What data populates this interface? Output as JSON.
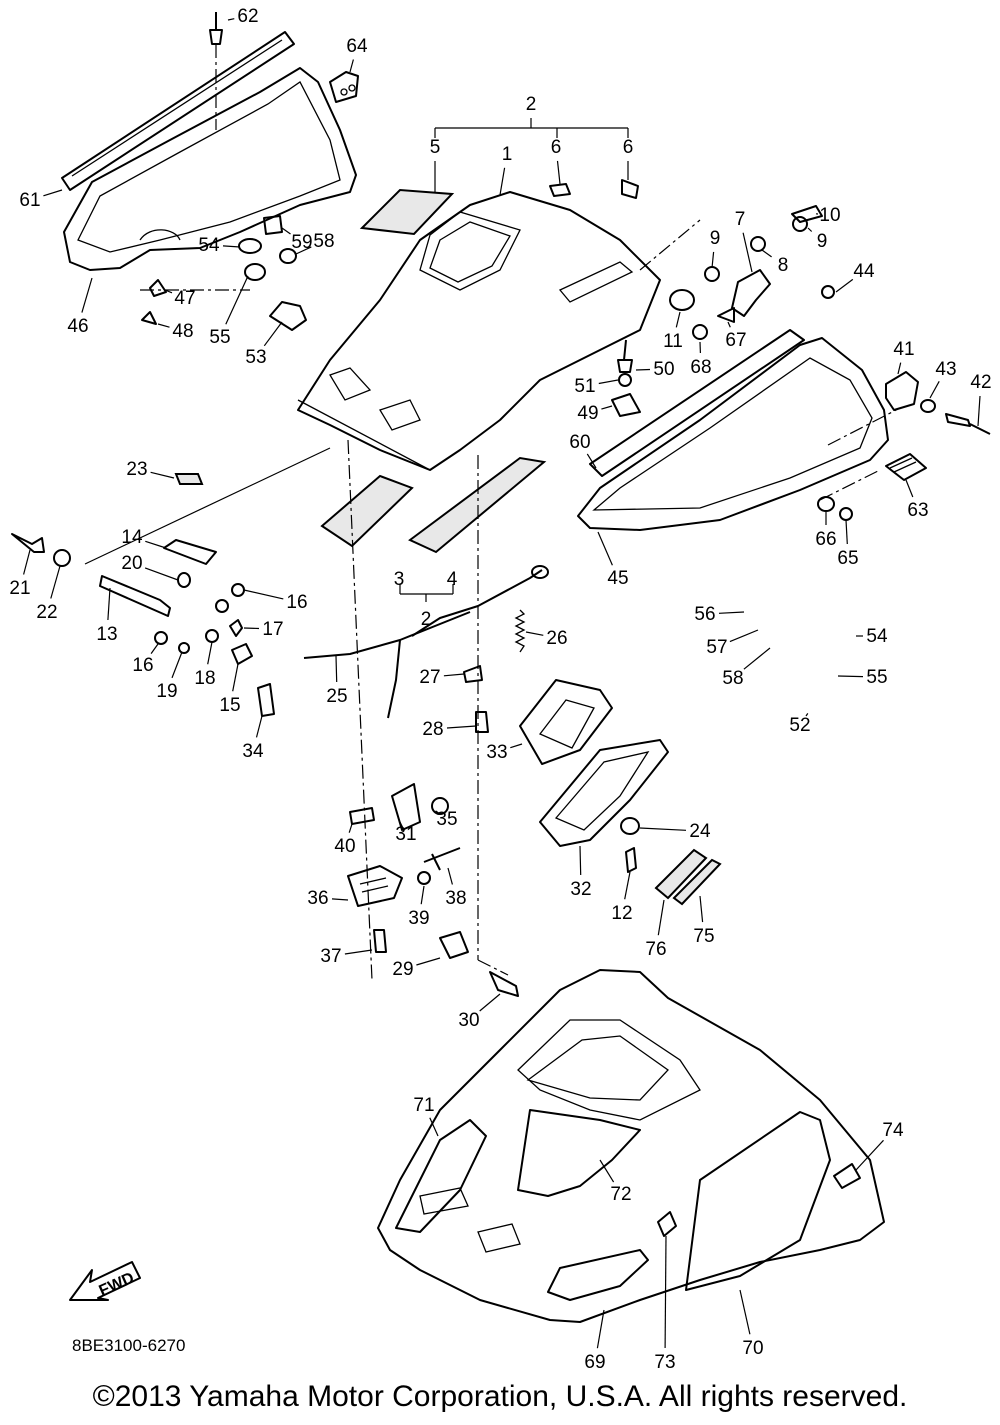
{
  "diagram": {
    "code": "8BE3100-6270",
    "copyright": "©2013 Yamaha Motor Corporation, U.S.A. All rights reserved.",
    "fwd_label": "FWD",
    "callouts": [
      {
        "id": "c62",
        "num": "62"
      },
      {
        "id": "c64",
        "num": "64"
      },
      {
        "id": "c61",
        "num": "61"
      },
      {
        "id": "c59",
        "num": "59"
      },
      {
        "id": "c54a",
        "num": "54"
      },
      {
        "id": "c58a",
        "num": "58"
      },
      {
        "id": "c47",
        "num": "47"
      },
      {
        "id": "c48",
        "num": "48"
      },
      {
        "id": "c55a",
        "num": "55"
      },
      {
        "id": "c53",
        "num": "53"
      },
      {
        "id": "c46",
        "num": "46"
      },
      {
        "id": "c2a",
        "num": "2"
      },
      {
        "id": "c5",
        "num": "5"
      },
      {
        "id": "c1",
        "num": "1"
      },
      {
        "id": "c6a",
        "num": "6"
      },
      {
        "id": "c6b",
        "num": "6"
      },
      {
        "id": "c7",
        "num": "7"
      },
      {
        "id": "c10",
        "num": "10"
      },
      {
        "id": "c9a",
        "num": "9"
      },
      {
        "id": "c9b",
        "num": "9"
      },
      {
        "id": "c8",
        "num": "8"
      },
      {
        "id": "c44",
        "num": "44"
      },
      {
        "id": "c11",
        "num": "11"
      },
      {
        "id": "c67",
        "num": "67"
      },
      {
        "id": "c68",
        "num": "68"
      },
      {
        "id": "c50",
        "num": "50"
      },
      {
        "id": "c51",
        "num": "51"
      },
      {
        "id": "c41",
        "num": "41"
      },
      {
        "id": "c43",
        "num": "43"
      },
      {
        "id": "c42",
        "num": "42"
      },
      {
        "id": "c49",
        "num": "49"
      },
      {
        "id": "c60",
        "num": "60"
      },
      {
        "id": "c23",
        "num": "23"
      },
      {
        "id": "c63",
        "num": "63"
      },
      {
        "id": "c14",
        "num": "14"
      },
      {
        "id": "c66",
        "num": "66"
      },
      {
        "id": "c65",
        "num": "65"
      },
      {
        "id": "c45",
        "num": "45"
      },
      {
        "id": "c3",
        "num": "3"
      },
      {
        "id": "c4",
        "num": "4"
      },
      {
        "id": "c21",
        "num": "21"
      },
      {
        "id": "c22",
        "num": "22"
      },
      {
        "id": "c20",
        "num": "20"
      },
      {
        "id": "c16a",
        "num": "16"
      },
      {
        "id": "c2b",
        "num": "2"
      },
      {
        "id": "c13",
        "num": "13"
      },
      {
        "id": "c17",
        "num": "17"
      },
      {
        "id": "c26",
        "num": "26"
      },
      {
        "id": "c56",
        "num": "56"
      },
      {
        "id": "c54b",
        "num": "54"
      },
      {
        "id": "c57",
        "num": "57"
      },
      {
        "id": "c16b",
        "num": "16"
      },
      {
        "id": "c18",
        "num": "18"
      },
      {
        "id": "c19",
        "num": "19"
      },
      {
        "id": "c25",
        "num": "25"
      },
      {
        "id": "c27",
        "num": "27"
      },
      {
        "id": "c58b",
        "num": "58"
      },
      {
        "id": "c55b",
        "num": "55"
      },
      {
        "id": "c15",
        "num": "15"
      },
      {
        "id": "c52",
        "num": "52"
      },
      {
        "id": "c34",
        "num": "34"
      },
      {
        "id": "c28",
        "num": "28"
      },
      {
        "id": "c33",
        "num": "33"
      },
      {
        "id": "c40",
        "num": "40"
      },
      {
        "id": "c31",
        "num": "31"
      },
      {
        "id": "c35",
        "num": "35"
      },
      {
        "id": "c24",
        "num": "24"
      },
      {
        "id": "c36",
        "num": "36"
      },
      {
        "id": "c38",
        "num": "38"
      },
      {
        "id": "c32",
        "num": "32"
      },
      {
        "id": "c39",
        "num": "39"
      },
      {
        "id": "c12",
        "num": "12"
      },
      {
        "id": "c75",
        "num": "75"
      },
      {
        "id": "c76",
        "num": "76"
      },
      {
        "id": "c37",
        "num": "37"
      },
      {
        "id": "c29",
        "num": "29"
      },
      {
        "id": "c30",
        "num": "30"
      },
      {
        "id": "c71",
        "num": "71"
      },
      {
        "id": "c74",
        "num": "74"
      },
      {
        "id": "c72",
        "num": "72"
      },
      {
        "id": "c69",
        "num": "69"
      },
      {
        "id": "c73",
        "num": "73"
      },
      {
        "id": "c70",
        "num": "70"
      }
    ]
  }
}
